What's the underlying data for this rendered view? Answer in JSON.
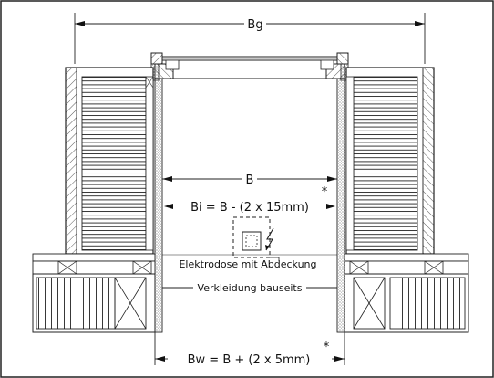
{
  "labels": {
    "bg": "Bg",
    "b": "B",
    "bi": "Bi = B - (2 x 15mm)",
    "bw": "Bw = B + (2 x 5mm)",
    "asterisk": "*",
    "socket": "Elektrodose mit Abdeckung",
    "cladding": "Verkleidung bauseits"
  }
}
